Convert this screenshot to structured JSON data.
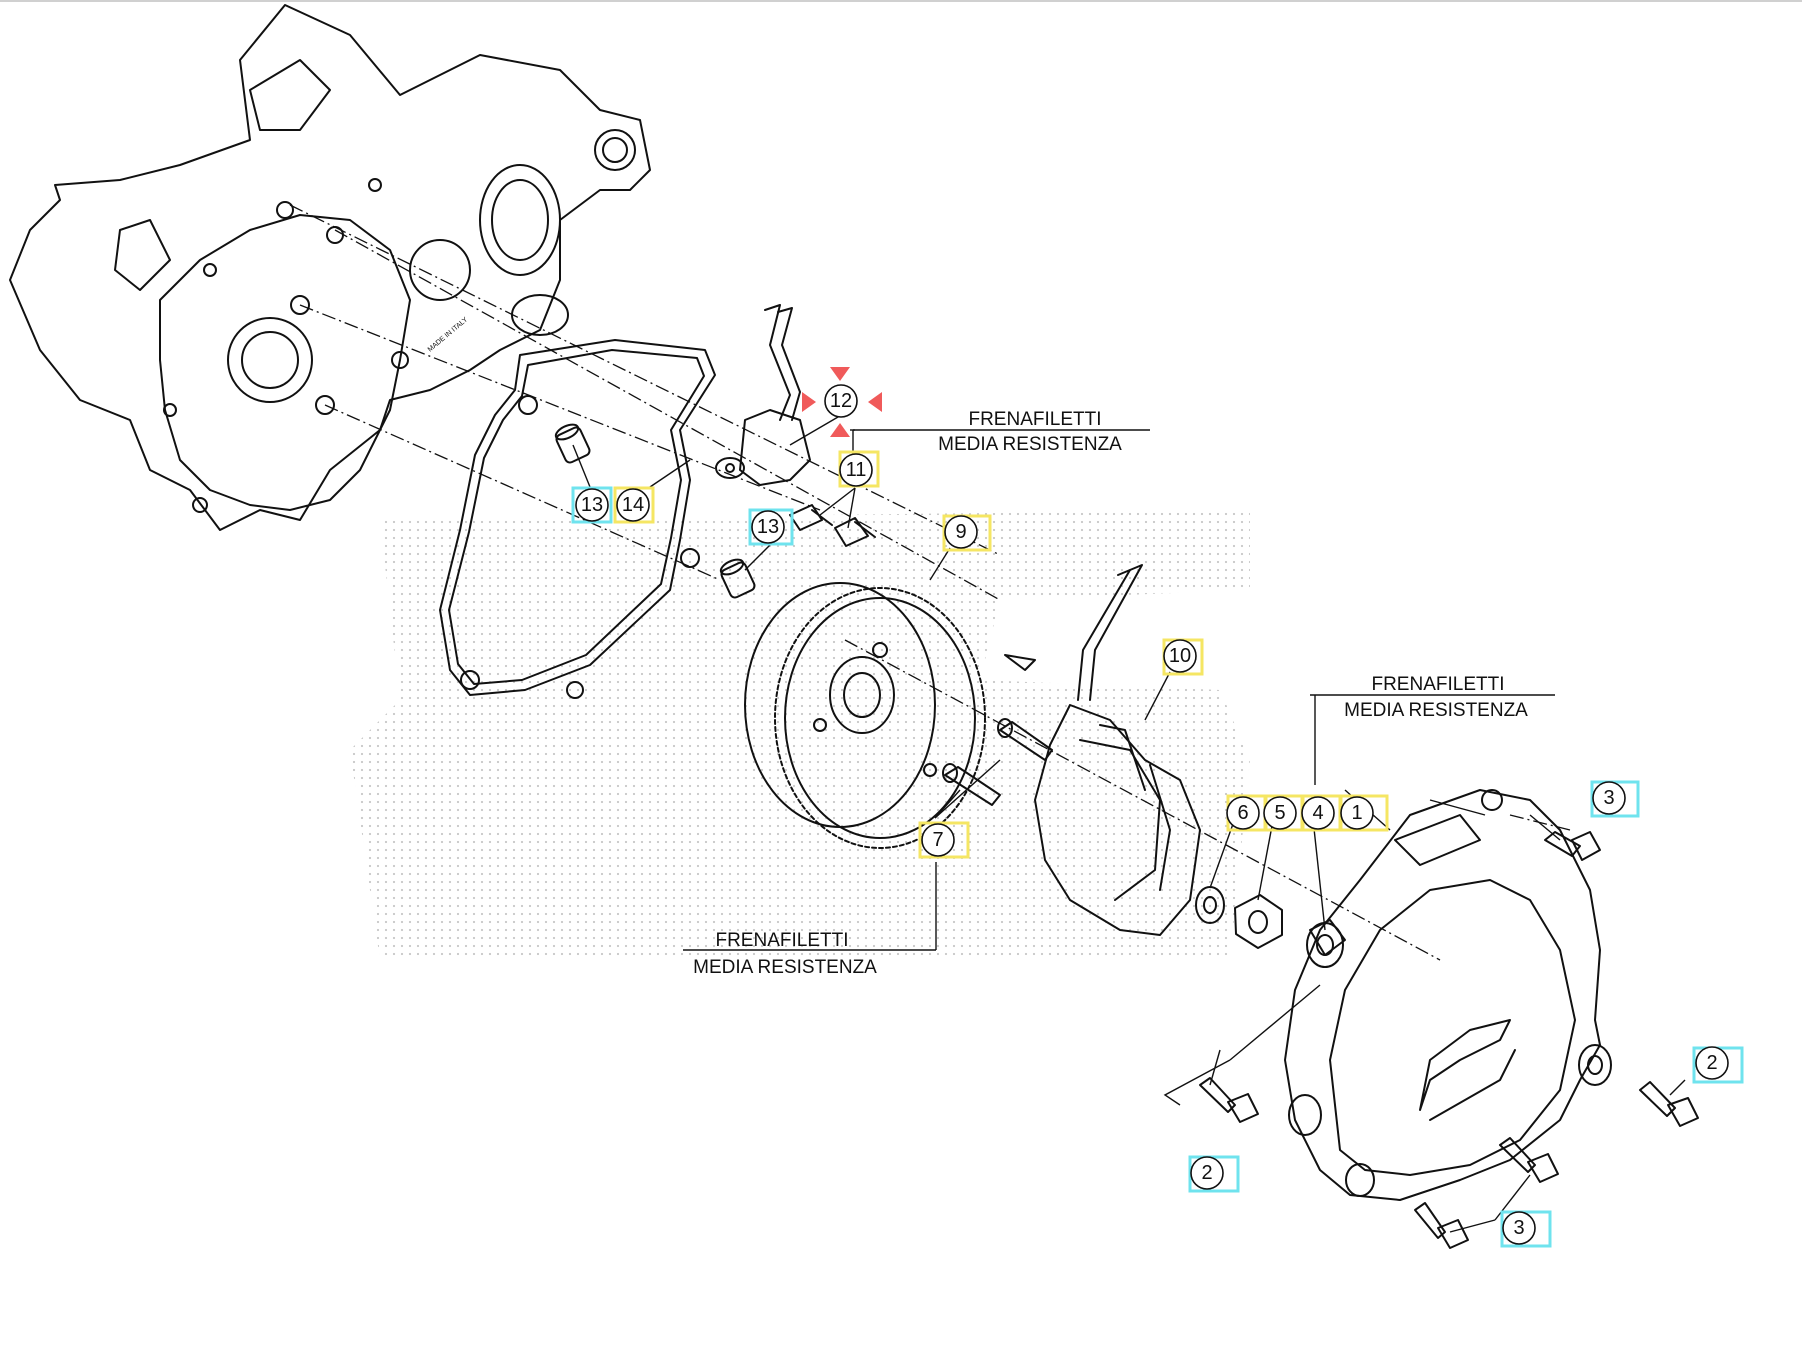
{
  "diagram": {
    "notes": [
      {
        "line1": "FRENAFILETTI",
        "line2": "MEDIA RESISTENZA"
      },
      {
        "line1": "FRENAFILETTI",
        "line2": "MEDIA RESISTENZA"
      },
      {
        "line1": "FRENAFILETTI",
        "line2": "MEDIA RESISTENZA"
      }
    ],
    "crankcase_stamp": "MADE IN ITALY",
    "balloons": {
      "b12": "12",
      "b11": "11",
      "b13a": "13",
      "b14": "14",
      "b13b": "13",
      "b9": "9",
      "b10": "10",
      "b6": "6",
      "b5": "5",
      "b4": "4",
      "b1": "1",
      "b7": "7",
      "b3a": "3",
      "b2a": "2",
      "b2b": "2",
      "b3b": "3"
    },
    "highlight_colors": {
      "yellow": "#f5e663",
      "cyan": "#6fe3ee",
      "selected_marker": "#f05a5a"
    }
  }
}
